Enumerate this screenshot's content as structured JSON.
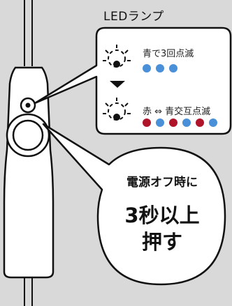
{
  "header": {
    "title": "LEDランプ"
  },
  "states": [
    {
      "label": "青で3回点滅",
      "dots": [
        "blue",
        "blue",
        "blue"
      ],
      "icon": "led-lamp-icon"
    },
    {
      "label": "赤 ⇔ 青交互点滅",
      "dots": [
        "red",
        "blue",
        "red",
        "blue",
        "red",
        "blue"
      ],
      "icon": "led-lamp-icon"
    }
  ],
  "arrow_icon": "down-triangle-icon",
  "callout": {
    "line1": "電源オフ時に",
    "line2": "3秒以上",
    "line3": "押す"
  },
  "colors": {
    "background": "#d9d9d9",
    "outline": "#111111",
    "panel": "#ffffff",
    "led_blue": "#4a90d9",
    "led_red": "#b0142a"
  }
}
